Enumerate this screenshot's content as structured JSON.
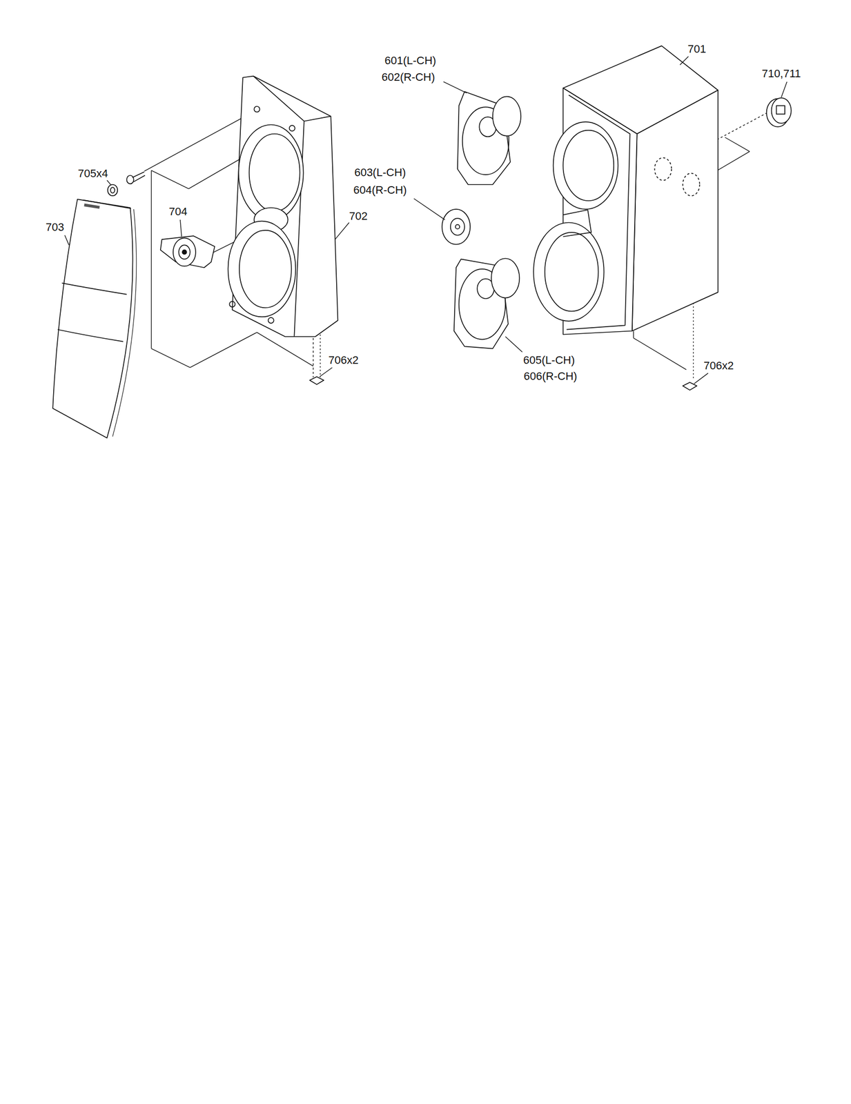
{
  "diagram": {
    "labels": [
      "601(L-CH)",
      "602(R-CH)",
      "701",
      "710,711",
      "705x4",
      "603(L-CH)",
      "604(R-CH)",
      "703",
      "704",
      "702",
      "706x2",
      "605(L-CH)",
      "606(R-CH)",
      "706x2"
    ]
  }
}
